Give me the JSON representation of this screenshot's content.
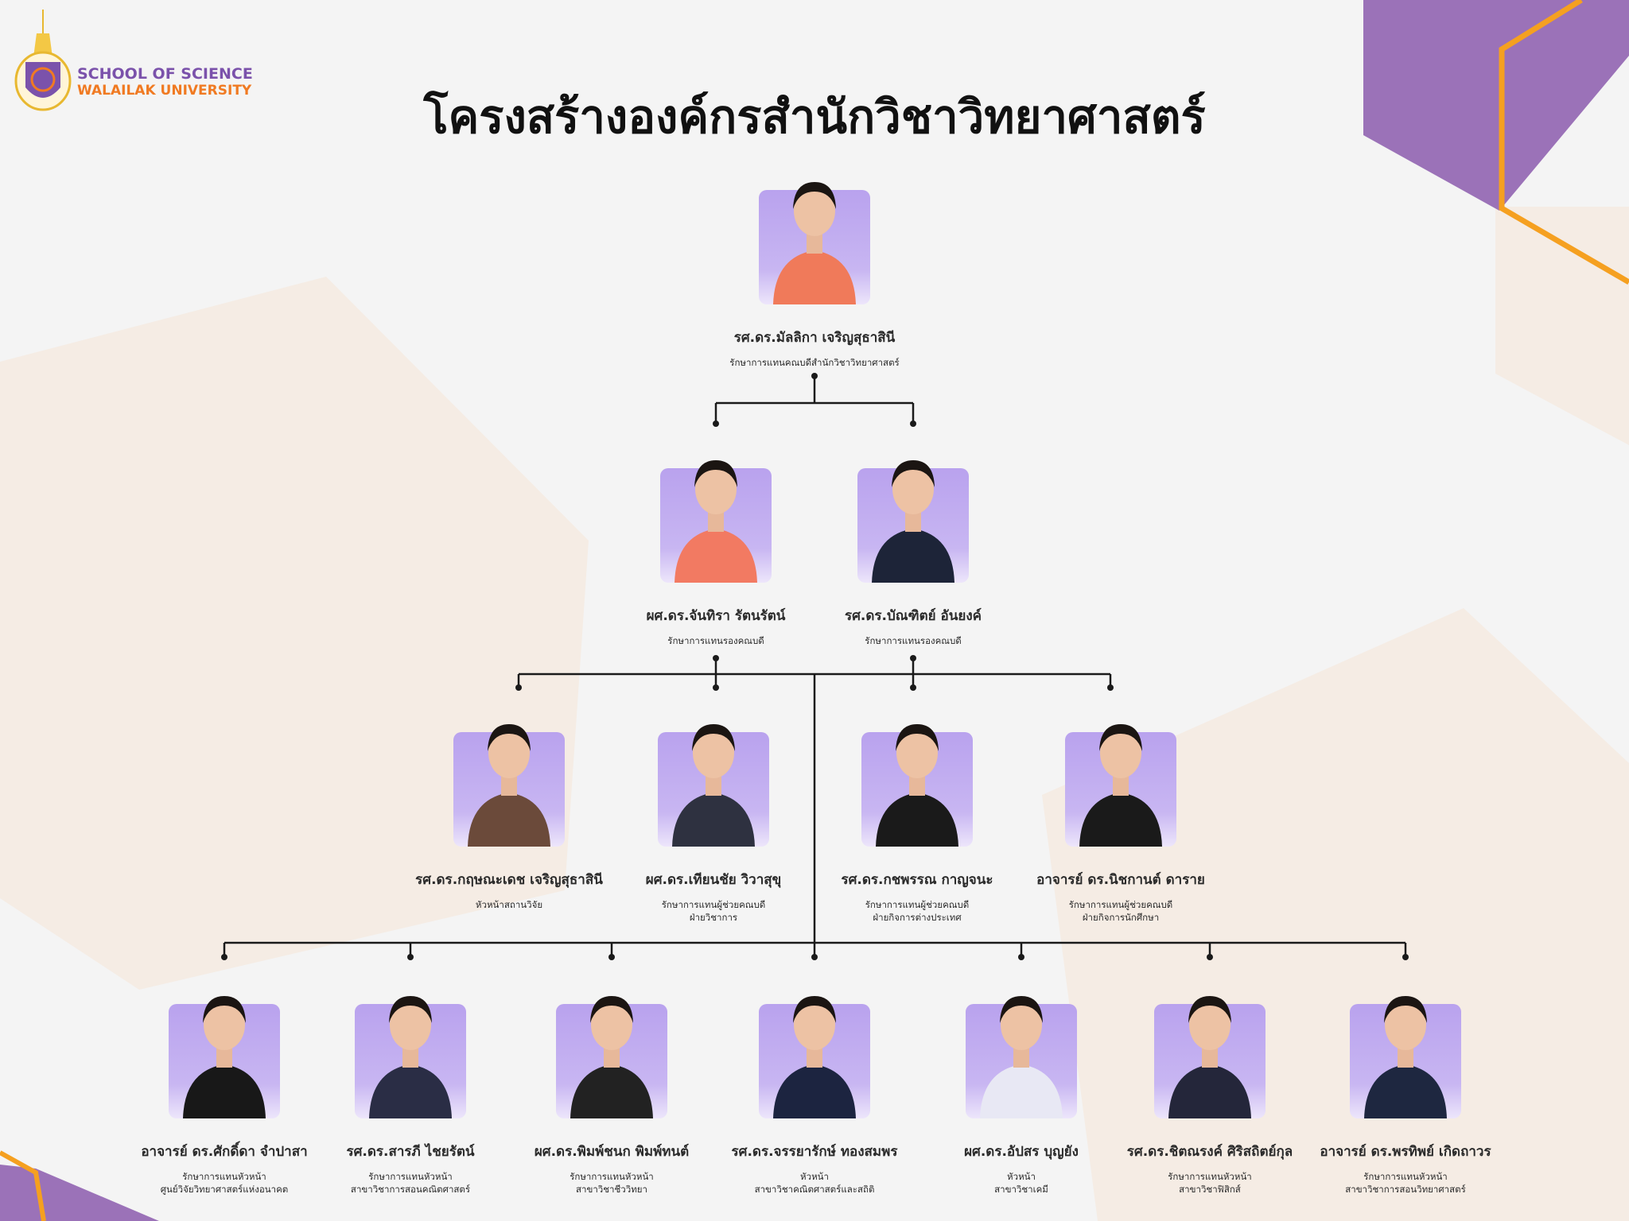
{
  "logo": {
    "line1": "SCHOOL OF SCIENCE",
    "line2": "WALAILAK UNIVERSITY"
  },
  "title": "โครงสร้างองค์กรสำนักวิชาวิทยาศาสตร์",
  "colors": {
    "purple": "#9b72b8",
    "orange": "#f5a020",
    "card": "#bba4ee",
    "beige": "#f5ece4"
  },
  "people": [
    {
      "name": "รศ.ดร.มัลลิกา เจริญสุธาสินี",
      "role": [
        "รักษาการแทนคณบดีสำนักวิชาวิทยาศาสตร์"
      ],
      "shirt": "#f07a5a"
    },
    {
      "name": "ผศ.ดร.จันทิรา รัตนรัตน์",
      "role": [
        "รักษาการแทนรองคณบดี"
      ],
      "shirt": "#f27a62"
    },
    {
      "name": "รศ.ดร.บัณฑิตย์ อันยงค์",
      "role": [
        "รักษาการแทนรองคณบดี"
      ],
      "shirt": "#1d2438"
    },
    {
      "name": "รศ.ดร.กฤษณะเดช เจริญสุธาสินี",
      "role": [
        "หัวหน้าสถานวิจัย"
      ],
      "shirt": "#6b4a3a"
    },
    {
      "name": "ผศ.ดร.เทียนชัย วิวาสุขุ",
      "role": [
        "รักษาการแทนผู้ช่วยคณบดี",
        "ฝ่ายวิชาการ"
      ],
      "shirt": "#2e3140"
    },
    {
      "name": "รศ.ดร.กชพรรณ กาญจนะ",
      "role": [
        "รักษาการแทนผู้ช่วยคณบดี",
        "ฝ่ายกิจการต่างประเทศ"
      ],
      "shirt": "#1a1a1a"
    },
    {
      "name": "อาจารย์ ดร.นิชกานต์ ดาราย",
      "role": [
        "รักษาการแทนผู้ช่วยคณบดี",
        "ฝ่ายกิจการนักศึกษา"
      ],
      "shirt": "#1a1a1a"
    },
    {
      "name": "อาจารย์ ดร.ศักดิ์ดา จำปาสา",
      "role": [
        "รักษาการแทนหัวหน้า",
        "ศูนย์วิจัยวิทยาศาสตร์แห่งอนาคต"
      ],
      "shirt": "#181818"
    },
    {
      "name": "รศ.ดร.สารภี ไชยรัตน์",
      "role": [
        "รักษาการแทนหัวหน้า",
        "สาขาวิชาการสอนคณิตศาสตร์"
      ],
      "shirt": "#2a2d45"
    },
    {
      "name": "ผศ.ดร.พิมพ์ชนก พิมพ์ทนต์",
      "role": [
        "รักษาการแทนหัวหน้า",
        "สาขาวิชาชีววิทยา"
      ],
      "shirt": "#222222"
    },
    {
      "name": "รศ.ดร.จรรยารักษ์ ทองสมพร",
      "role": [
        "หัวหน้า",
        "สาขาวิชาคณิตศาสตร์และสถิติ"
      ],
      "shirt": "#1c2440"
    },
    {
      "name": "ผศ.ดร.อัปสร บุญยัง",
      "role": [
        "หัวหน้า",
        "สาขาวิชาเคมี"
      ],
      "shirt": "#e8e8f4"
    },
    {
      "name": "รศ.ดร.ชิตณรงค์ ศิริสถิตย์กุล",
      "role": [
        "รักษาการแทนหัวหน้า",
        "สาขาวิชาฟิสิกส์"
      ],
      "shirt": "#24263a"
    },
    {
      "name": "อาจารย์ ดร.พรทิพย์ เกิดถาวร",
      "role": [
        "รักษาการแทนหัวหน้า",
        "สาขาวิชาการสอนวิทยาศาสตร์"
      ],
      "shirt": "#1e2740"
    }
  ]
}
